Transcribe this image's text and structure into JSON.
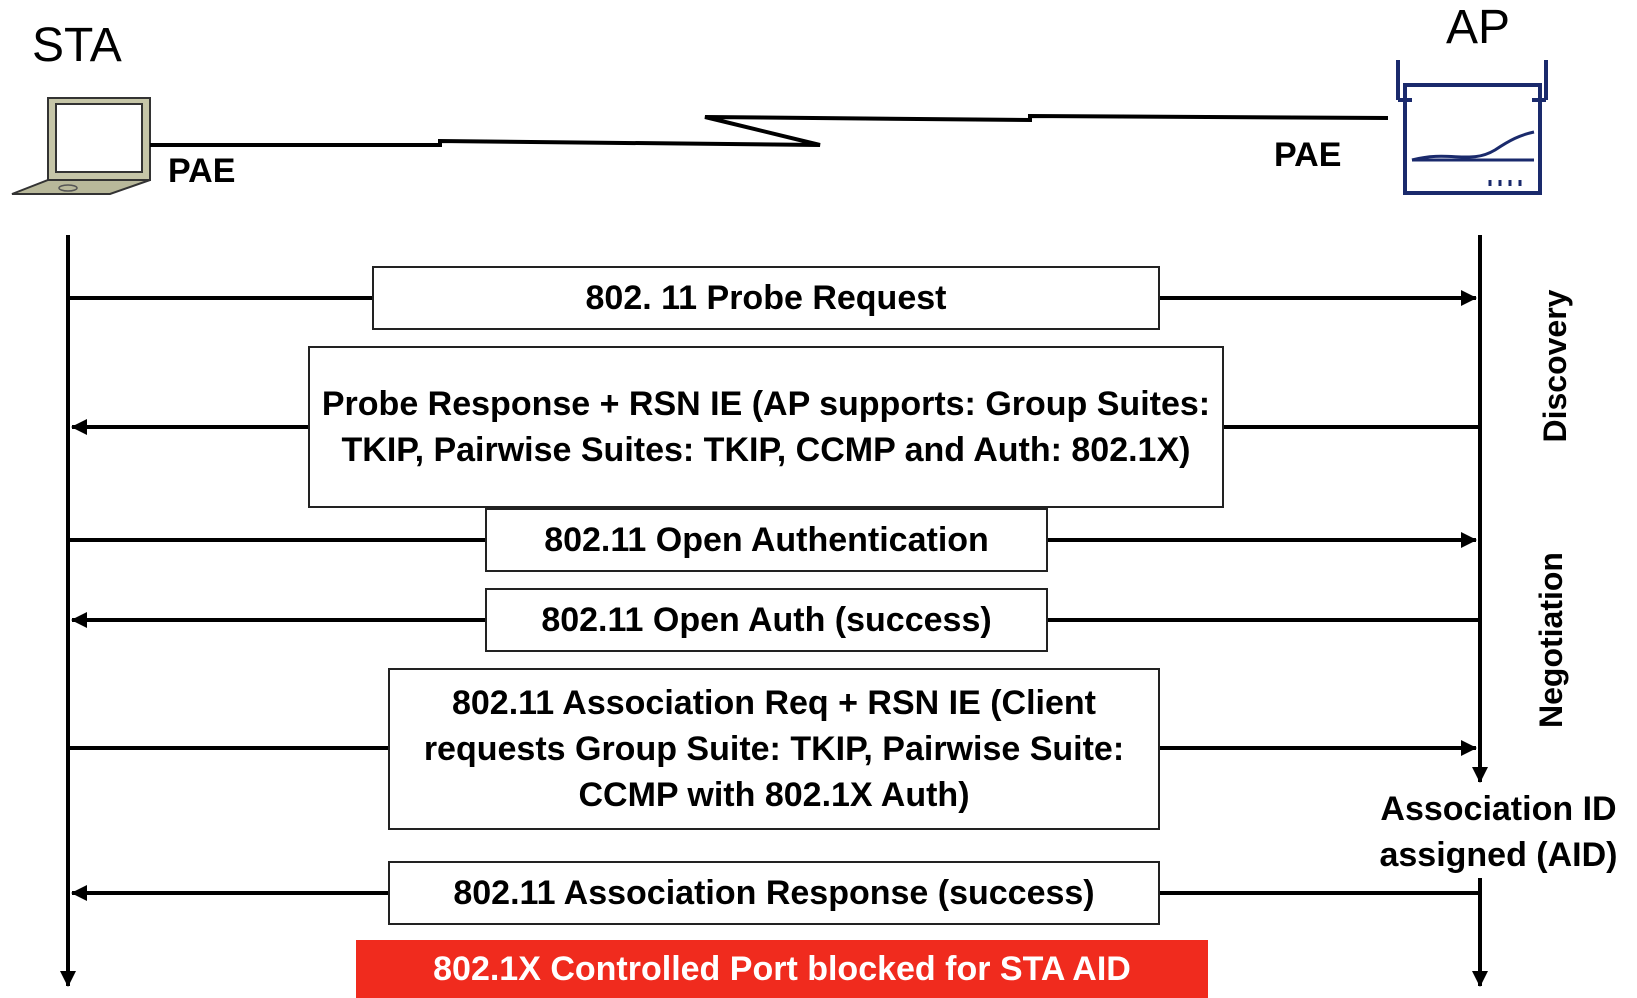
{
  "sta": {
    "title": "STA",
    "pae_label": "PAE",
    "icon": "laptop-icon"
  },
  "ap": {
    "title": "AP",
    "pae_label": "PAE",
    "icon": "access-point-icon"
  },
  "messages": [
    {
      "text": "802. 11 Probe Request",
      "direction": "sta-to-ap"
    },
    {
      "text": "Probe Response + RSN IE (AP supports: Group Suites: TKIP, Pairwise Suites: TKIP, CCMP and Auth: 802.1X)",
      "direction": "ap-to-sta"
    },
    {
      "text": "802.11 Open Authentication",
      "direction": "sta-to-ap"
    },
    {
      "text": "802.11 Open Auth (success)",
      "direction": "ap-to-sta"
    },
    {
      "text": "802.11 Association Req + RSN IE (Client requests Group Suite: TKIP, Pairwise Suite: CCMP with 802.1X Auth)",
      "direction": "sta-to-ap"
    },
    {
      "text": "802.11 Association Response (success)",
      "direction": "ap-to-sta"
    }
  ],
  "phases": {
    "discovery": "Discovery",
    "negotiation": "Negotiation"
  },
  "note": {
    "line1": "Association ID",
    "line2": "assigned (AID)"
  },
  "banner": {
    "text": "802.1X Controlled Port blocked for STA AID",
    "color": "#f02b1e"
  },
  "colors": {
    "laptop": "#b8b89a",
    "access_point": "#1a2a6c"
  }
}
